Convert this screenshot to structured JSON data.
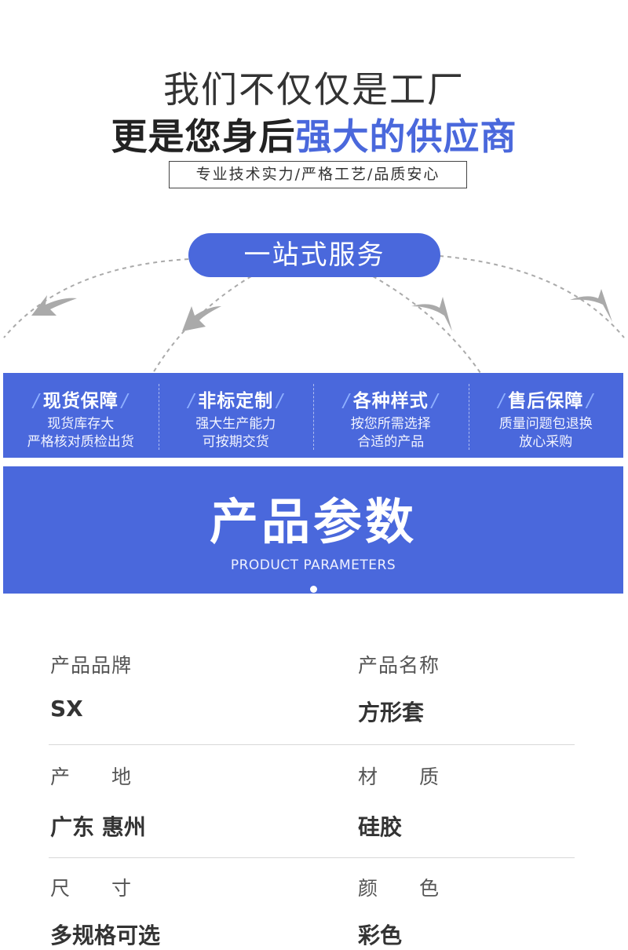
{
  "hero": {
    "line1": "我们不仅仅是工厂",
    "line2_plain": "更是您身后",
    "line2_accent": "强大的供应商",
    "tagline": "专业技术实力/严格工艺/品质安心"
  },
  "service": {
    "label": "一站式服务"
  },
  "features": [
    {
      "title": "现货保障",
      "line1": "现货库存大",
      "line2": "严格核对质检出货"
    },
    {
      "title": "非标定制",
      "line1": "强大生产能力",
      "line2": "可按期交货"
    },
    {
      "title": "各种样式",
      "line1": "按您所需选择",
      "line2": "合适的产品"
    },
    {
      "title": "售后保障",
      "line1": "质量问题包退换",
      "line2": "放心采购"
    }
  ],
  "params_banner": {
    "title": "产品参数",
    "subtitle": "PRODUCT PARAMETERS"
  },
  "params": [
    {
      "label": "产品品牌",
      "value": "SX"
    },
    {
      "label": "产品名称",
      "value": "方形套"
    },
    {
      "label": "产　　地",
      "value": "广东 惠州"
    },
    {
      "label": "材　　质",
      "value": "硅胶"
    },
    {
      "label": "尺　　寸",
      "value": "多规格可选"
    },
    {
      "label": "颜　　色",
      "value": "彩色"
    }
  ],
  "colors": {
    "accent": "#4a68dc",
    "text": "#333333",
    "arrow": "#aaaaaa"
  }
}
